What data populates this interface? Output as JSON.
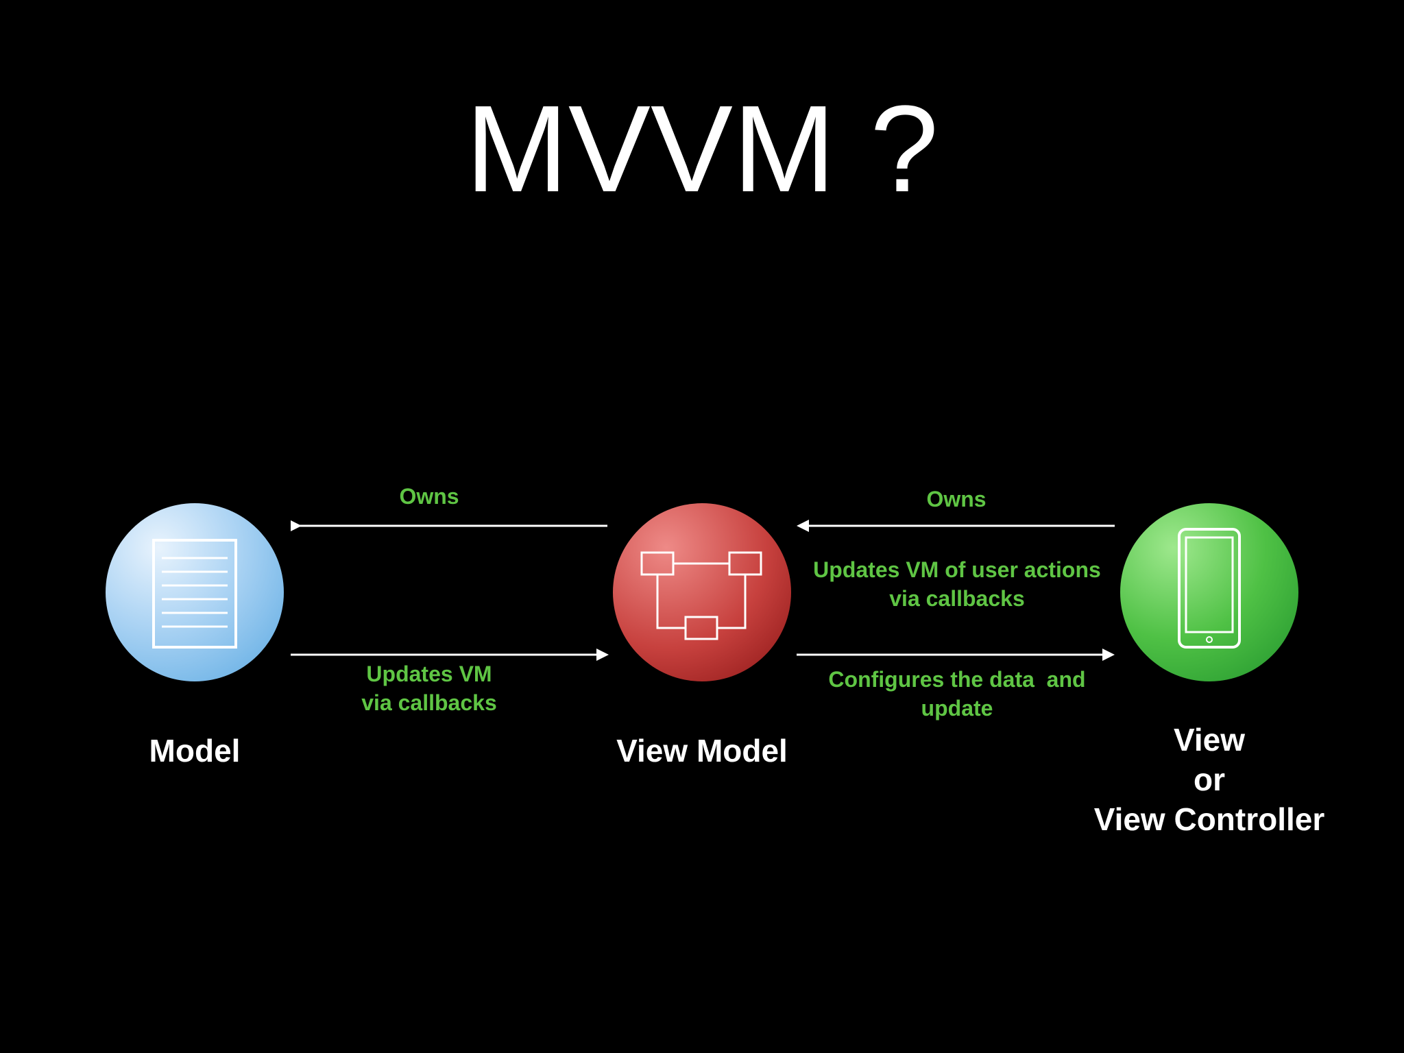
{
  "title": "MVVM ?",
  "nodes": {
    "model": {
      "label": "Model",
      "icon": "document-icon"
    },
    "view_model": {
      "label": "View Model",
      "icon": "flowchart-icon"
    },
    "view": {
      "label_lines": [
        "View",
        "or",
        "View Controller"
      ],
      "icon": "phone-icon"
    }
  },
  "edges": {
    "vm_owns_model": {
      "label": "Owns"
    },
    "model_updates_vm": {
      "label_lines": [
        "Updates VM",
        "via callbacks"
      ]
    },
    "view_owns_vm": {
      "label": "Owns"
    },
    "view_updates_vm": {
      "label_lines": [
        "Updates VM of user actions",
        "via callbacks"
      ]
    },
    "vm_configures_view": {
      "label_lines": [
        "Configures the data  and",
        "update"
      ]
    }
  },
  "colors": {
    "background": "#000000",
    "text": "#ffffff",
    "edge_label": "#5fc544",
    "model": "#7dbbea",
    "view_model": "#b83533",
    "view": "#3aae3a"
  }
}
